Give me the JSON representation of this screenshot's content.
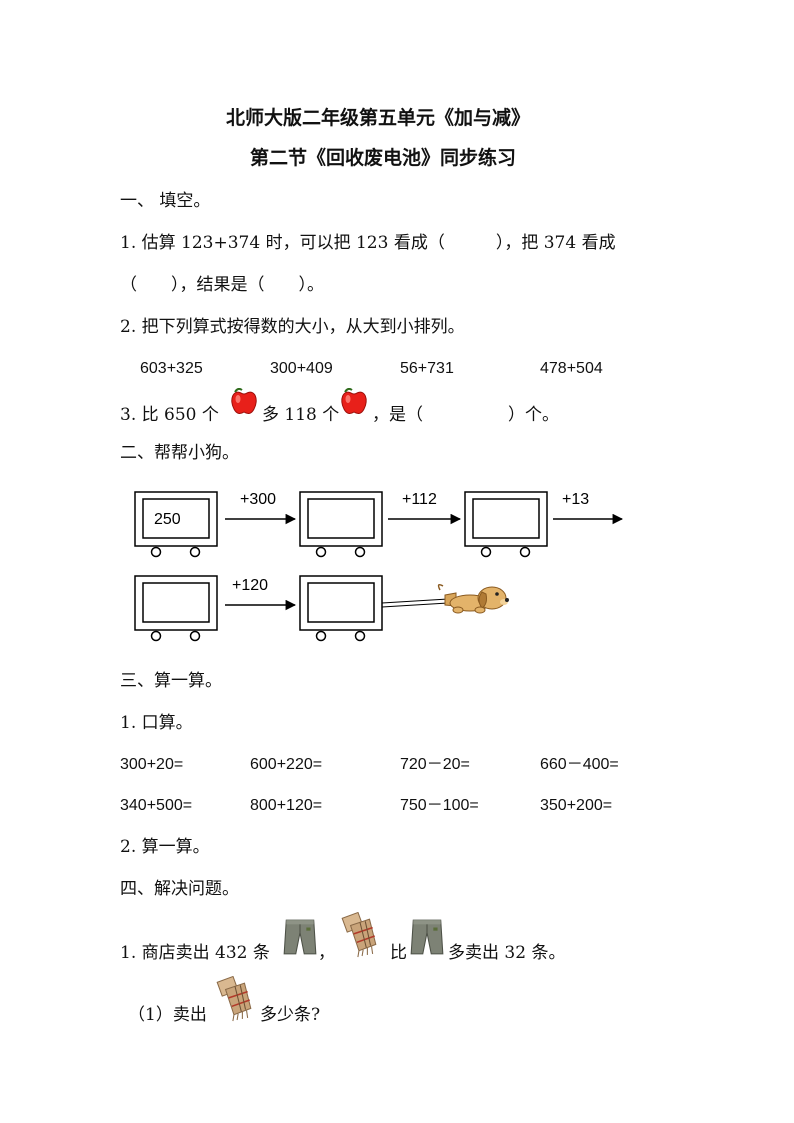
{
  "title": {
    "line1": "北师大版二年级第五单元《加与减》",
    "line2": "第二节《回收废电池》同步练习"
  },
  "section1": {
    "heading": "一、 填空。",
    "q1_line1": "1. 估算 123+374 时，可以把 123 看成（　　　），把 374 看成",
    "q1_line2": "（　　），结果是（　　）。",
    "q2": "2. 把下列算式按得数的大小，从大到小排列。",
    "q2_exprs": [
      "603+325",
      "300+409",
      "56+731",
      "478+504"
    ],
    "q3_a": "3. 比 650 个",
    "q3_b": "多 118 个",
    "q3_c": "，是（　　　　　）个。"
  },
  "section2": {
    "heading": "二、帮帮小狗。",
    "start_value": "250",
    "ops": [
      "+300",
      "+112",
      "+13",
      "+120"
    ]
  },
  "section3": {
    "heading": "三、算一算。",
    "sub1": "1. 口算。",
    "row1": [
      "300+20=",
      "600+220=",
      "720－20=",
      "660－400="
    ],
    "row2": [
      "340+500=",
      "800+120=",
      "750－100=",
      "350+200="
    ],
    "sub2": "2. 算一算。"
  },
  "section4": {
    "heading": "四、解决问题。",
    "p1_a": "1. 商店卖出 432 条",
    "p1_b": "，",
    "p1_c": "比",
    "p1_d": "多卖出 32 条。",
    "q1_a": "（1）卖出",
    "q1_b": "多少条?"
  },
  "colors": {
    "apple": "#e8201a",
    "pants": "#7d8275",
    "dog": "#e3b36a",
    "scarf": "#c9a47a"
  }
}
